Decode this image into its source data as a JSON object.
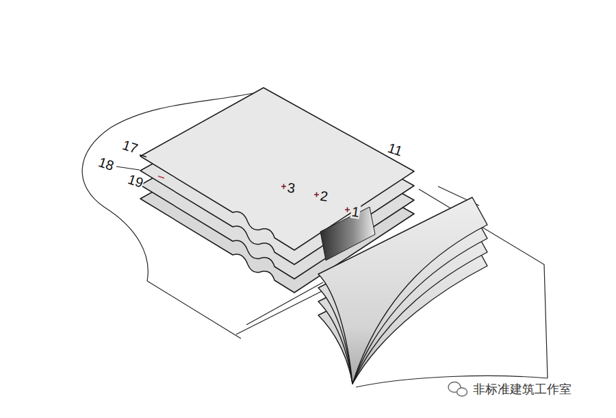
{
  "diagram": {
    "labels": [
      "17",
      "18",
      "19",
      "11",
      "3",
      "2",
      "1",
      "非标准建筑工作室"
    ]
  }
}
